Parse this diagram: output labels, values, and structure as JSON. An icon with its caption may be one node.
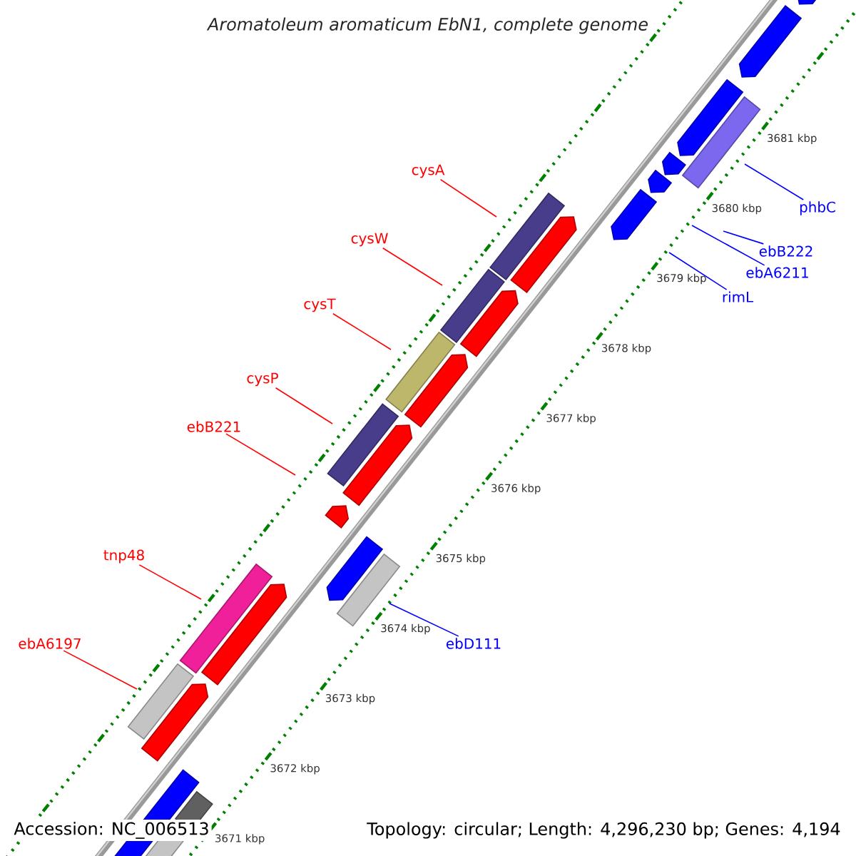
{
  "diagram": {
    "title": "Aromatoleum aromaticum EbN1, complete genome",
    "nodes": [
      {
        "text": [
          "cysA"
        ]
      },
      {
        "text": [
          "phbC"
        ]
      },
      {
        "text": [
          "cysW"
        ]
      },
      {
        "text": [
          "ebB222"
        ]
      },
      {
        "text": [
          "ebA6211"
        ]
      },
      {
        "text": [
          "rimL"
        ]
      },
      {
        "text": [
          "cysT"
        ]
      },
      {
        "text": [
          "cysP"
        ]
      },
      {
        "text": [
          "ebB221"
        ]
      },
      {
        "text": [
          "tnp48"
        ]
      },
      {
        "text": [
          "ebA6197"
        ]
      },
      {
        "text": [
          "ebD111"
        ]
      }
    ],
    "edges": [
      {
        "from": 0,
        "to": null,
        "arrow": "none"
      },
      {
        "from": 1,
        "to": null,
        "arrow": "none",
        "color": "#0000ff"
      },
      {
        "from": 2,
        "to": null,
        "arrow": "none"
      },
      {
        "from": 3,
        "to": null,
        "arrow": "none",
        "color": "#0000ff"
      },
      {
        "from": 4,
        "to": null,
        "arrow": "none",
        "color": "#0000ff"
      },
      {
        "from": 5,
        "to": null,
        "arrow": "none",
        "color": "#0000ff"
      },
      {
        "from": 6,
        "to": null,
        "arrow": "none"
      },
      {
        "from": 7,
        "to": null,
        "arrow": "none"
      },
      {
        "from": 8,
        "to": null,
        "arrow": "none"
      },
      {
        "from": 9,
        "to": null,
        "arrow": "none"
      },
      {
        "from": 10,
        "to": null,
        "arrow": "none"
      },
      {
        "from": 11,
        "to": null,
        "arrow": "none",
        "color": "#0000ff"
      }
    ],
    "labels": [
      "3681 kbp",
      "3680 kbp",
      "3679 kbp",
      "3678 kbp",
      "3677 kbp",
      "3676 kbp",
      "3675 kbp",
      "3674 kbp",
      "3673 kbp",
      "3672 kbp",
      "3671 kbp",
      "Accession: NC_006513",
      "Topology: circular; Length: 4,296,230 bp; Genes: 4,194"
    ]
  }
}
